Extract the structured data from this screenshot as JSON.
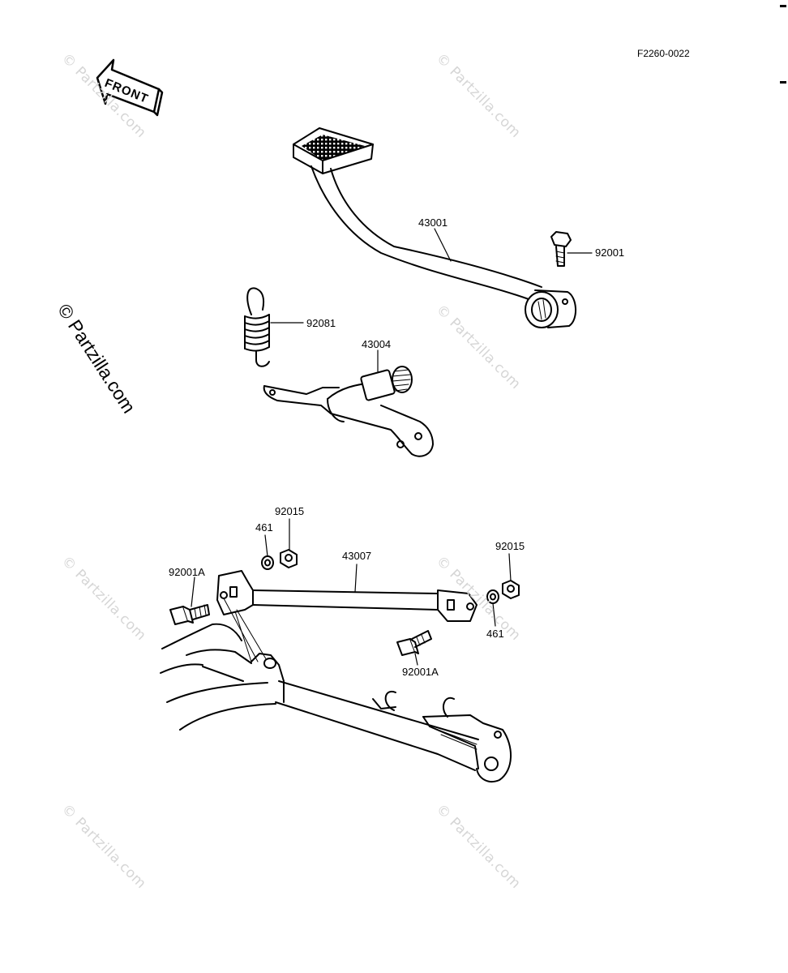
{
  "header": {
    "figure_code": "F2260-0022"
  },
  "front_arrow": {
    "text": "FRONT"
  },
  "watermark": {
    "text": "© Partzilla.com"
  },
  "labels": {
    "l43001": "43001",
    "l92001": "92001",
    "l92081": "92081",
    "l43004": "43004",
    "l92015a": "92015",
    "l461a": "461",
    "l43007": "43007",
    "l92015b": "92015",
    "l92001A_a": "92001A",
    "l461b": "461",
    "l92001A_b": "92001A"
  },
  "colors": {
    "line": "#000000",
    "watermark": "#d6d6d6",
    "background": "#ffffff"
  }
}
